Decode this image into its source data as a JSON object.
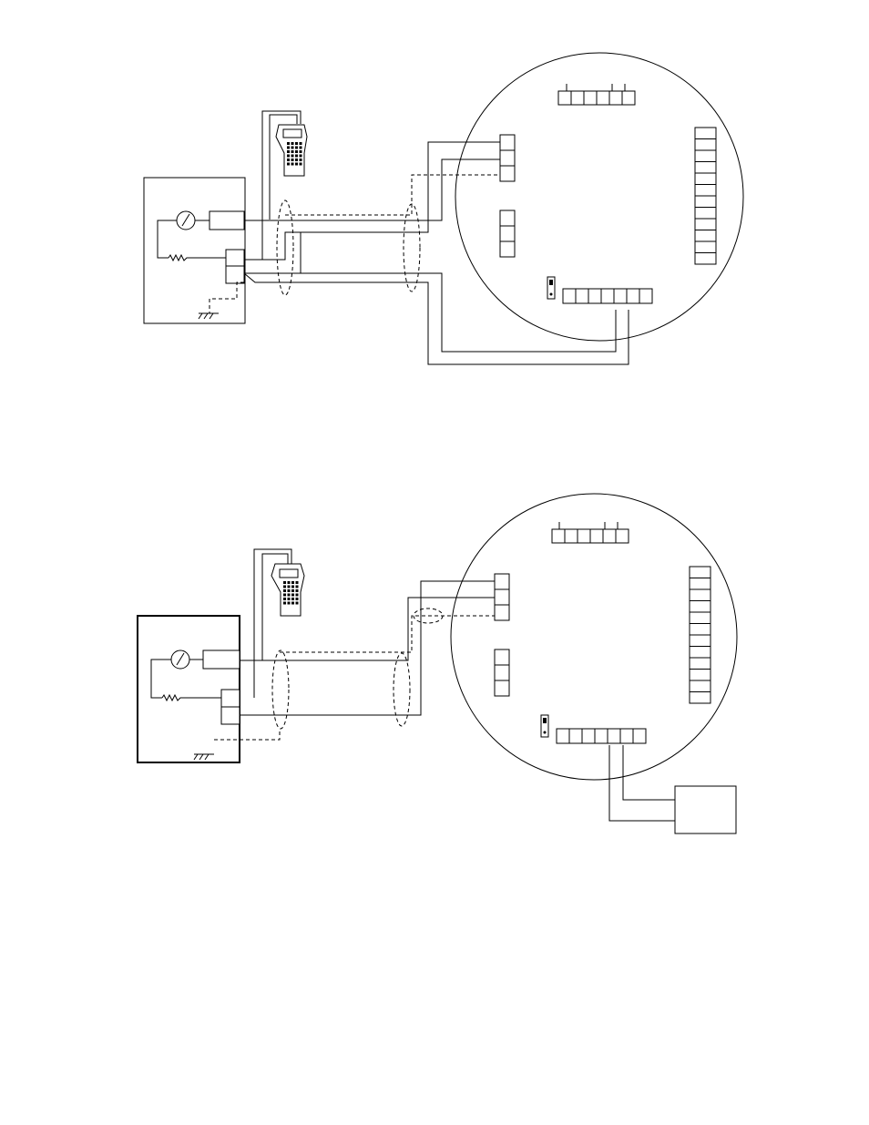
{
  "page": {
    "background": "#ffffff",
    "line_color": "#000000"
  },
  "diagrams": [
    {
      "id": "top",
      "components": [
        "control-room-panel",
        "hart-communicator",
        "cable-shield",
        "transmitter-housing"
      ]
    },
    {
      "id": "bottom",
      "components": [
        "control-room-panel",
        "hart-communicator",
        "cable-shield",
        "transmitter-housing",
        "external-device"
      ]
    }
  ]
}
